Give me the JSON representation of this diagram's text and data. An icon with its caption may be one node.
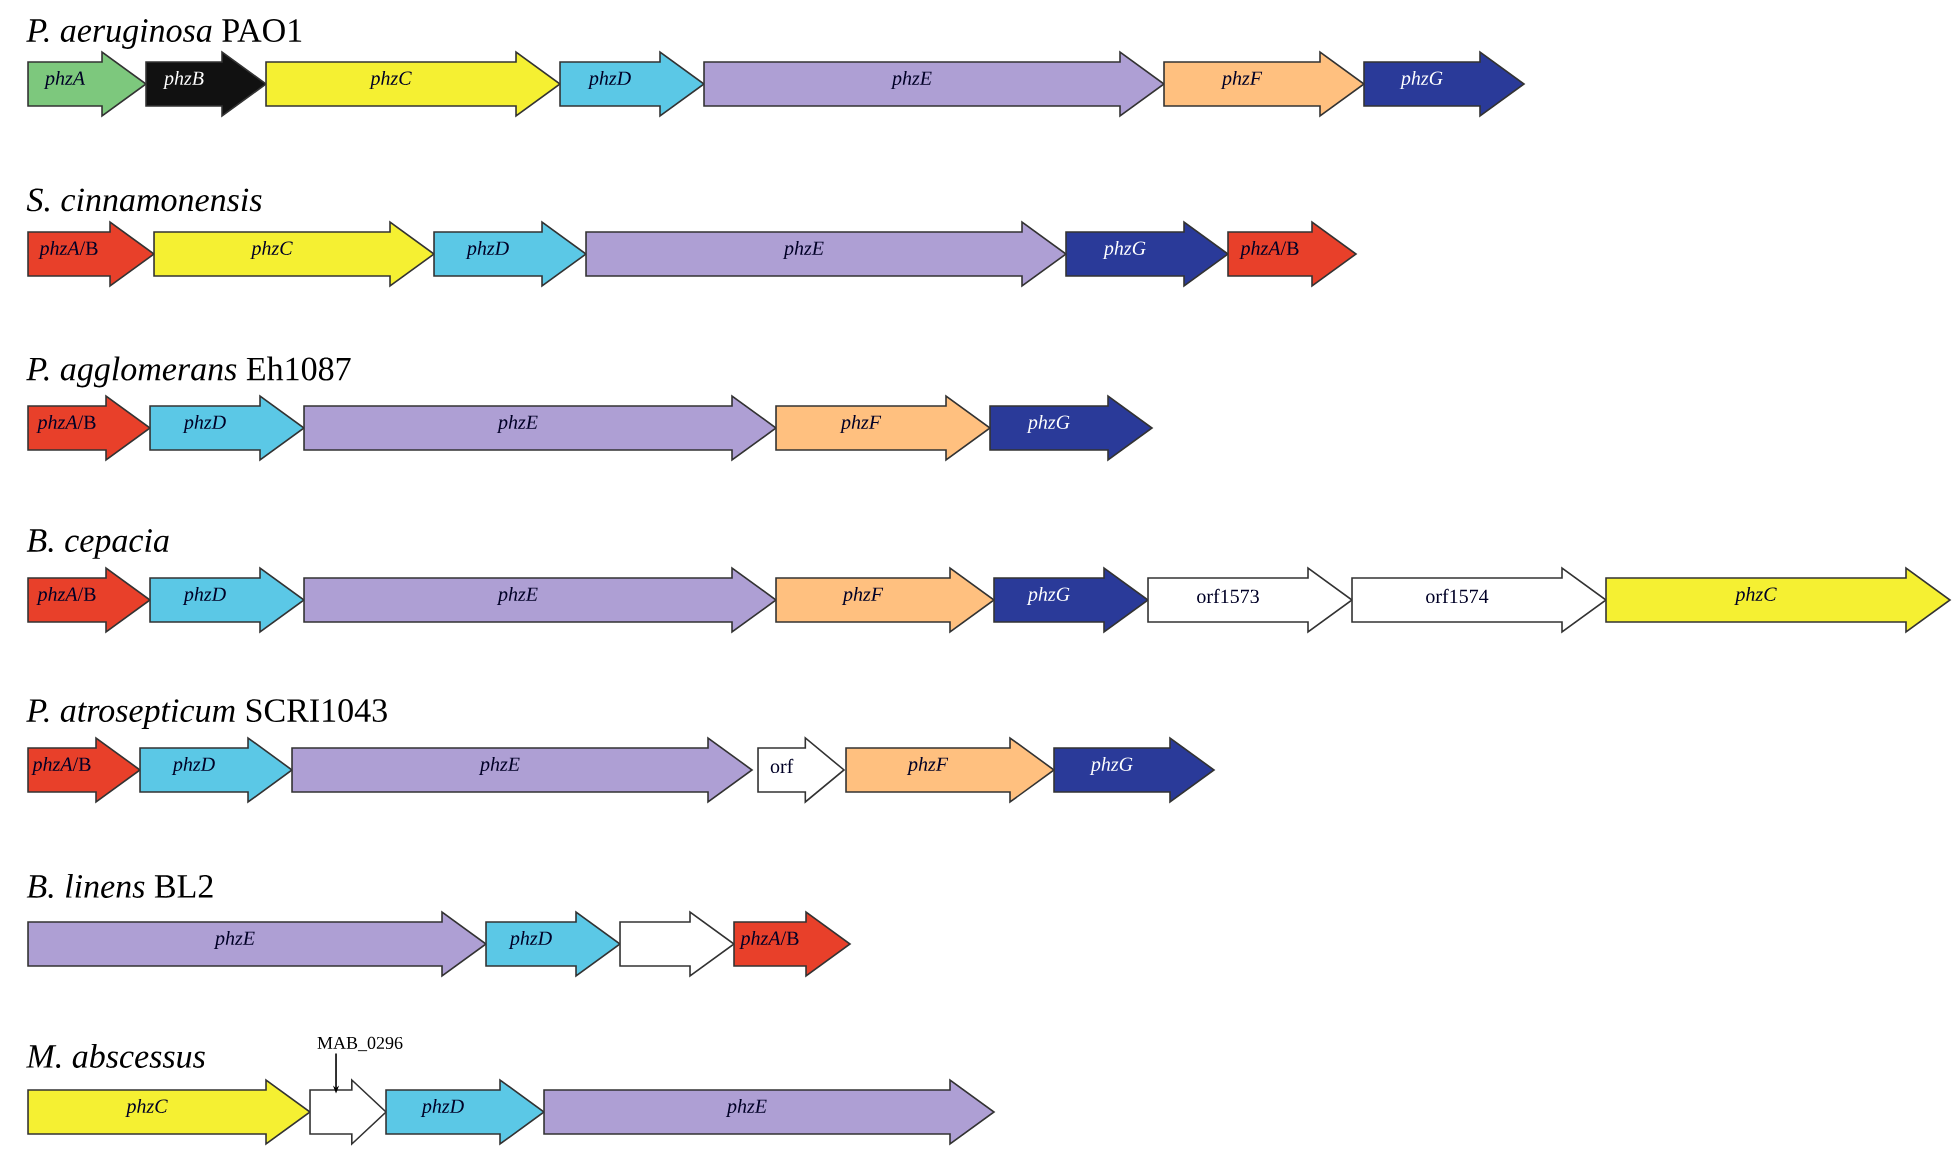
{
  "diagram": {
    "nodes": [
      {
        "text": [
          "phzA"
        ]
      },
      {
        "text": [
          "phzB"
        ]
      },
      {
        "text": [
          "phzC"
        ]
      },
      {
        "text": [
          "phzD"
        ]
      },
      {
        "text": [
          "phzE"
        ]
      },
      {
        "text": [
          "phzF"
        ]
      },
      {
        "text": [
          "phzG"
        ]
      },
      {
        "text": [
          "*phzA*/B"
        ]
      },
      {
        "text": [
          "phzC"
        ]
      },
      {
        "text": [
          "phzD"
        ]
      },
      {
        "text": [
          "phzE"
        ]
      },
      {
        "text": [
          "phzG"
        ]
      },
      {
        "text": [
          "*phzA*/B"
        ]
      },
      {
        "text": [
          "*phzA*/B"
        ]
      },
      {
        "text": [
          "phzD"
        ]
      },
      {
        "text": [
          "phzE"
        ]
      },
      {
        "text": [
          "phzF"
        ]
      },
      {
        "text": [
          "phzG"
        ]
      },
      {
        "text": [
          "*phzA*/B"
        ]
      },
      {
        "text": [
          "phzD"
        ]
      },
      {
        "text": [
          "phzE"
        ]
      },
      {
        "text": [
          "phzF"
        ]
      },
      {
        "text": [
          "phzG"
        ]
      },
      {
        "text": [
          "orf1573"
        ]
      },
      {
        "text": [
          "orf1574"
        ]
      },
      {
        "text": [
          "phzC"
        ]
      },
      {
        "text": [
          "*phzA*/B"
        ]
      },
      {
        "text": [
          "phzD"
        ]
      },
      {
        "text": [
          "phzE"
        ]
      },
      {
        "text": [
          "orf"
        ]
      },
      {
        "text": [
          "phzF"
        ]
      },
      {
        "text": [
          "phzG"
        ]
      },
      {
        "text": [
          "phzE"
        ]
      },
      {
        "text": [
          "phzD"
        ]
      },
      {
        "text": [],
        "shape": "arrow"
      },
      {
        "text": [
          "*phzA*/B"
        ]
      },
      {
        "text": [
          "phzC"
        ]
      },
      {
        "text": [
          "MAB_0296"
        ]
      },
      {
        "text": [],
        "shape": "arrow"
      },
      {
        "text": [
          "phzD"
        ]
      },
      {
        "text": [
          "phzE"
        ]
      }
    ],
    "edges": [
      {
        "from": 37,
        "to": 38,
        "arrow": "to"
      }
    ],
    "labels": [
      "*P. aeruginosa* PAO1",
      "S. cinnamonensis",
      "*P. agglomerans* Eh1087",
      "B. cepacia",
      "*P. atrosepticum* SCRI1043",
      "*B. linens* BL2",
      "M. abscessus"
    ]
  }
}
